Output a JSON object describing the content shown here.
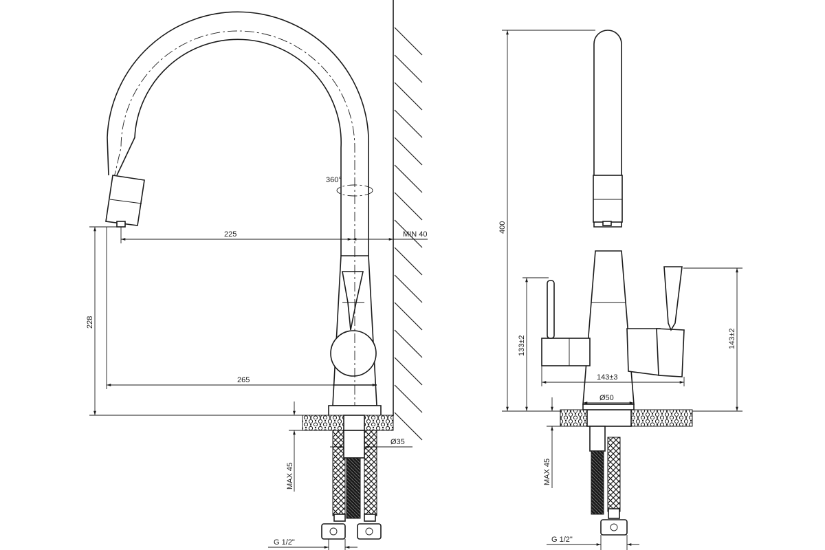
{
  "side_view": {
    "dim_reach": "225",
    "dim_wall_min": "MIN 40",
    "dim_height": "228",
    "dim_total_reach": "265",
    "dim_rotation": "360°",
    "dim_hole": "Ø35",
    "dim_thickness": "MAX 45",
    "dim_thread": "G 1/2\""
  },
  "front_view": {
    "dim_height": "400",
    "dim_left_lever": "133±2",
    "dim_right_lever": "143±2",
    "dim_width": "143±3",
    "dim_base": "Ø50",
    "dim_thickness": "MAX 45",
    "dim_thread": "G 1/2\""
  }
}
